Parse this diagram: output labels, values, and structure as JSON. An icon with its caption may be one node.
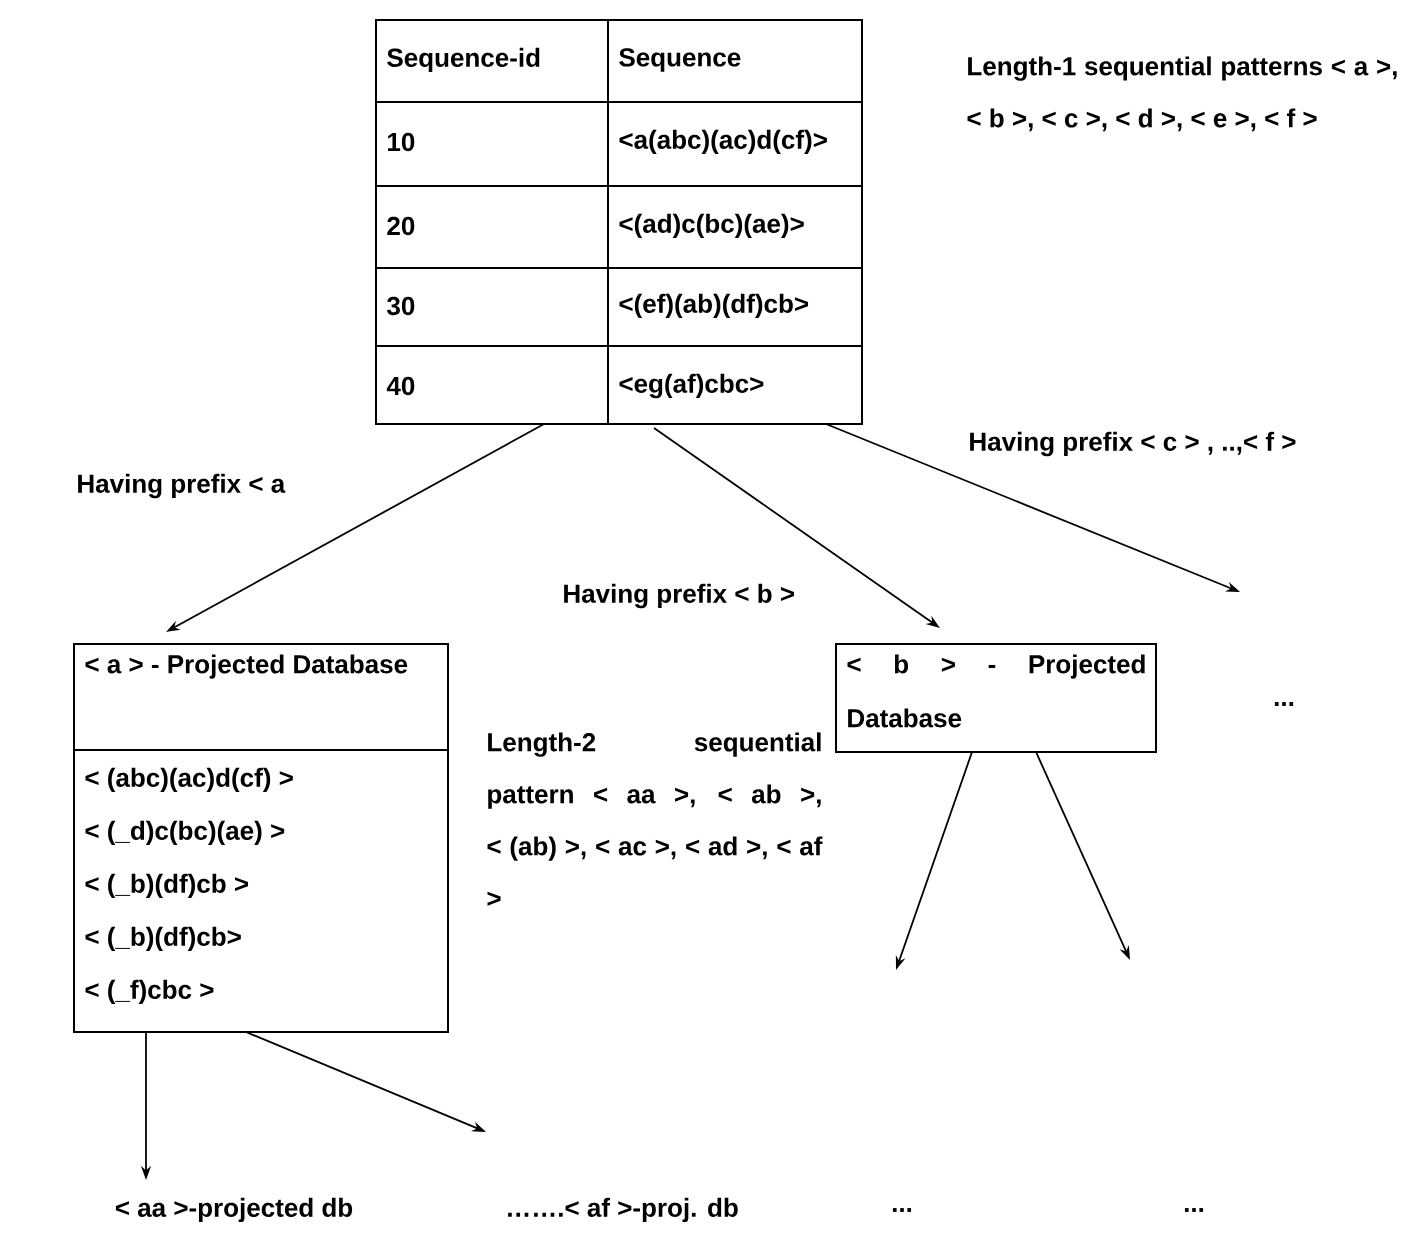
{
  "diagram": {
    "nodes": [
      {
        "text": [
          "Sequence-id",
          "Sequence",
          "10",
          "<a(abc)(ac)d(cf)>",
          "20",
          "<(ad)c(bc)(ae)>",
          "30",
          "<(ef)(ab)(df)cb>",
          "40",
          "<eg(af)cbc>"
        ]
      },
      {
        "text": [
          "< a > - Projected Database",
          "< (abc)(ac)d(cf) >",
          "< (_d)c(bc)(ae) >",
          "< (_b)(df)cb >",
          "< (_b)(df)cb>",
          "< (_f)cbc >"
        ]
      },
      {
        "text": [
          "< b > - Projected Database"
        ]
      },
      {
        "text": [
          "< aa >-projected db"
        ]
      },
      {
        "text": [
          "…….< af >-proj. db"
        ]
      }
    ],
    "edges": [
      {
        "from": 0,
        "to": 1,
        "arrow": "to",
        "label": "Having prefix < a"
      },
      {
        "from": 0,
        "to": 2,
        "arrow": "to",
        "label": "Having prefix < b >"
      },
      {
        "from": 0,
        "to": null,
        "arrow": "to",
        "label": "Having prefix < c > , ..,< f >"
      },
      {
        "from": 1,
        "to": 3,
        "arrow": "to"
      },
      {
        "from": 1,
        "to": 4,
        "arrow": "to"
      },
      {
        "from": 2,
        "to": null,
        "arrow": "to"
      },
      {
        "from": 2,
        "to": null,
        "arrow": "to"
      }
    ],
    "labels": [
      "Length-1 sequential patterns < a >, < b >, < c >, < d >, < e >, < f >",
      "...",
      "Length-2 sequential pattern < aa >, < ab >, < (ab) >, < ac >, < ad >, < af >",
      "...",
      "..."
    ]
  }
}
